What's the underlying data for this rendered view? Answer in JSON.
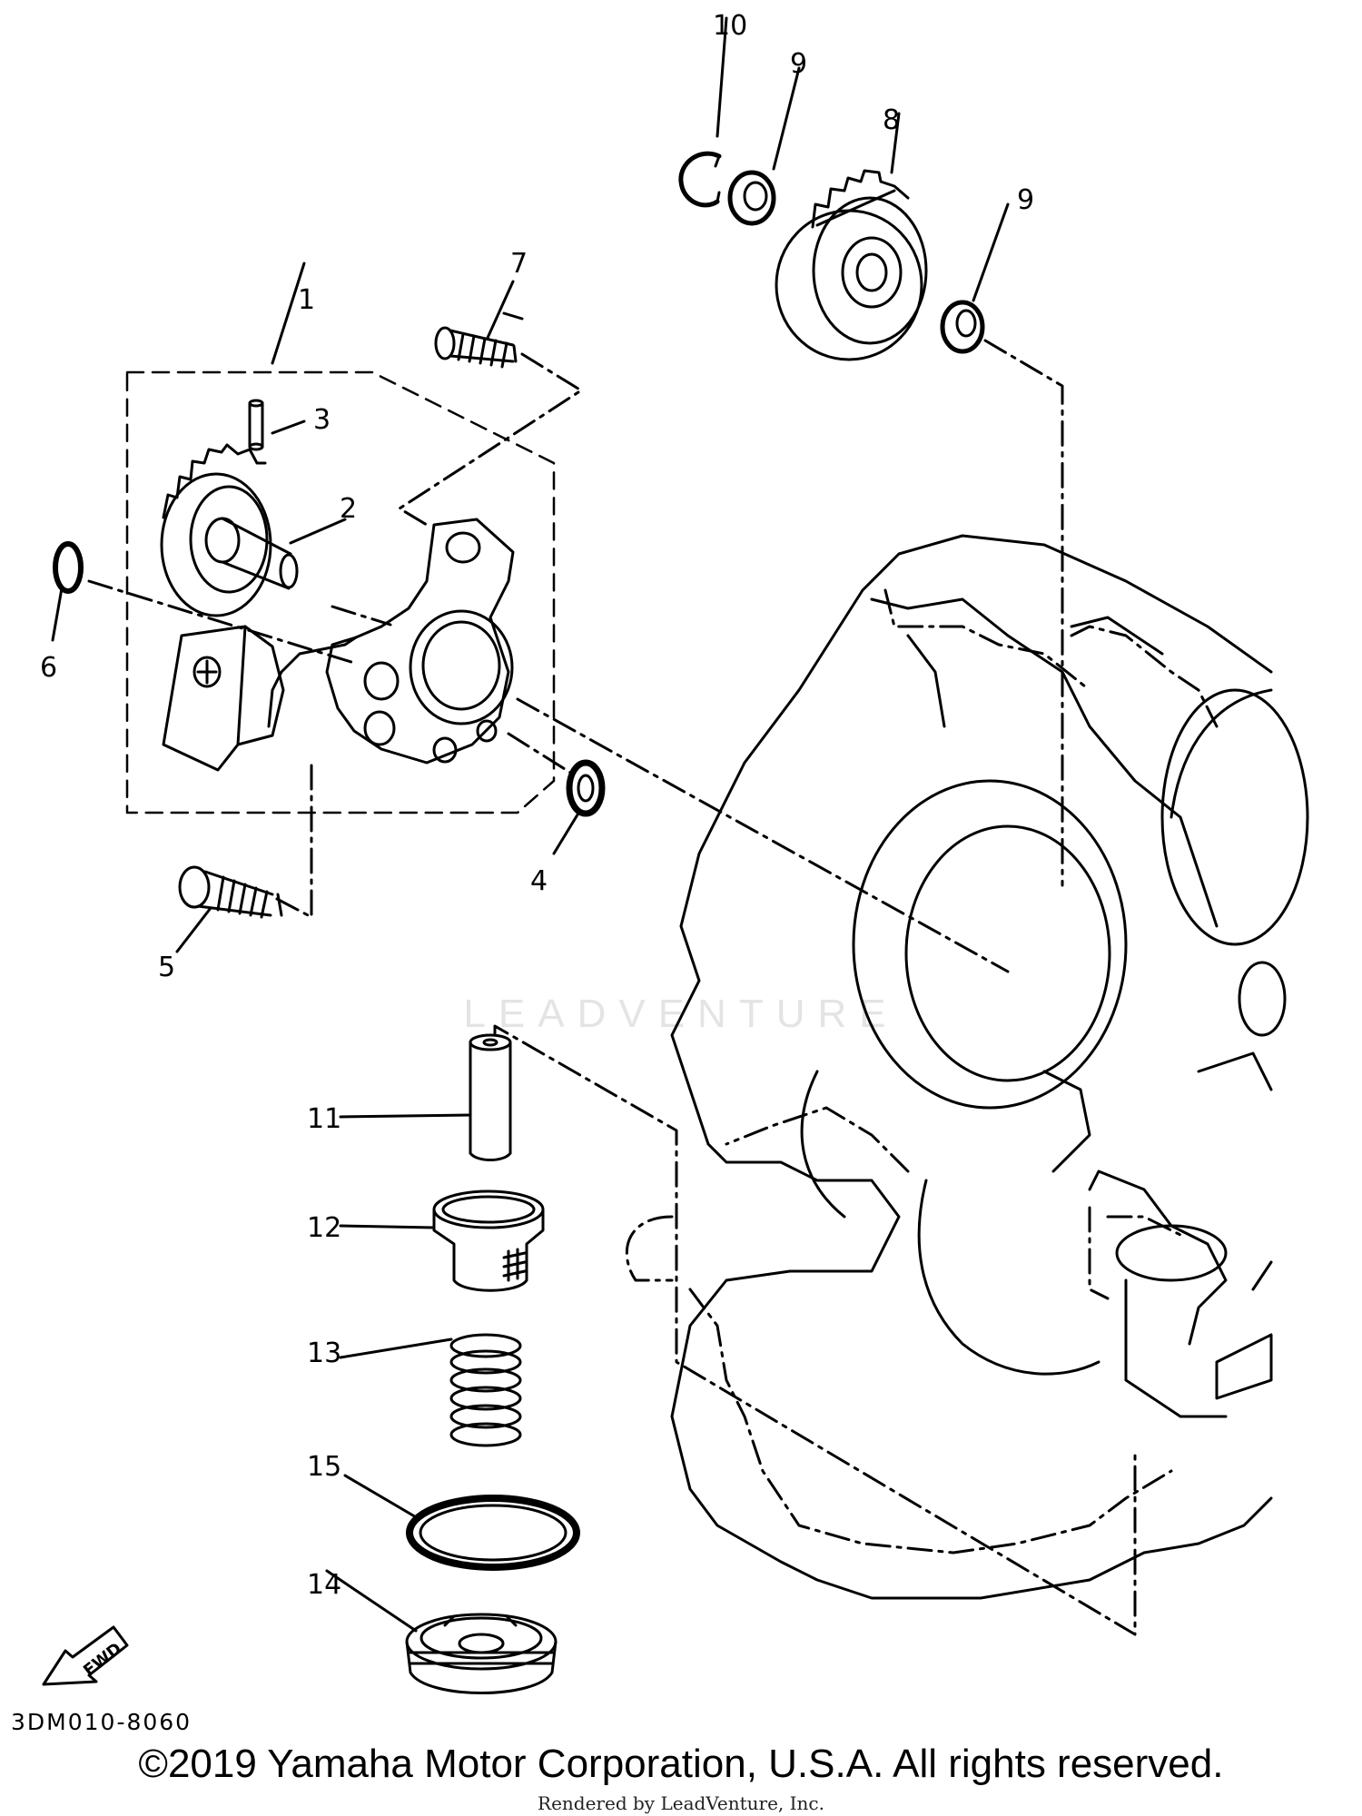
{
  "diagram": {
    "part_labels": [
      "1",
      "2",
      "3",
      "4",
      "5",
      "6",
      "7",
      "8",
      "9",
      "9",
      "10",
      "11",
      "12",
      "13",
      "14",
      "15"
    ],
    "direction_badge": "FWD",
    "drawing_code": "3DM010-8060"
  },
  "footer": {
    "copyright": "©2019 Yamaha Motor Corporation, U.S.A. All rights reserved.",
    "rendered_by": "Rendered by LeadVenture, Inc."
  },
  "watermark": {
    "text": "LEADVENTURE"
  },
  "colors": {
    "line": "#000000",
    "background": "#ffffff",
    "watermark": "#e4e4e4"
  }
}
